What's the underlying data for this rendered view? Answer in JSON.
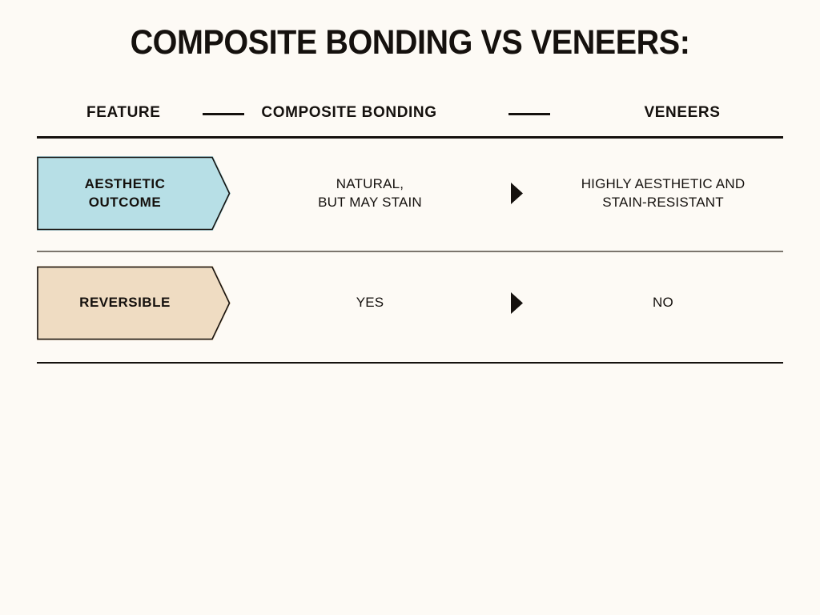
{
  "title": "COMPOSITE BONDING VS VENEERS:",
  "columns": {
    "feature": "FEATURE",
    "bonding": "COMPOSITE BONDING",
    "veneers": "VENEERS"
  },
  "colors": {
    "background": "#fdfaf5",
    "ink": "#15110e",
    "row1_tag": "#b7dfe6",
    "row2_tag": "#efdcc2",
    "divider": "#7b756d"
  },
  "rows": [
    {
      "feature": "AESTHETIC\nOUTCOME",
      "bonding": "NATURAL,\nBUT MAY STAIN",
      "veneers": "HIGHLY AESTHETIC AND\nSTAIN-RESISTANT",
      "arrow_icon": "triangle-right-icon"
    },
    {
      "feature": "REVERSIBLE",
      "bonding": "YES",
      "veneers": "NO",
      "arrow_icon": "triangle-right-icon"
    }
  ]
}
